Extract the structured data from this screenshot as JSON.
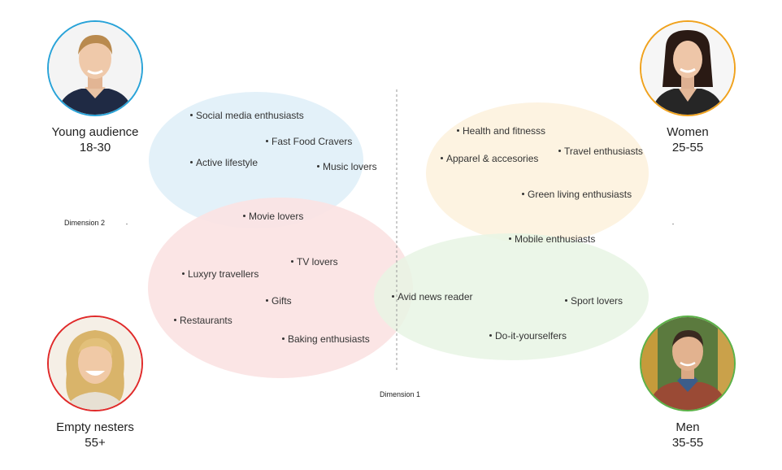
{
  "dimensions": {
    "dimension_1": "Dimension 1",
    "dimension_2": "Dimension 2"
  },
  "colors": {
    "young_cluster": "#e3f1f9",
    "women_cluster": "#fdf3e1",
    "nesters_cluster": "#fbe3e3",
    "men_cluster": "#e8f4e4",
    "young_ring": "#29a3d8",
    "women_ring": "#f0a21d",
    "nesters_ring": "#e02a2a",
    "men_ring": "#5bb247"
  },
  "personas": [
    {
      "name": "Young audience",
      "age": "18-30",
      "icon": "young-man-portrait"
    },
    {
      "name": "Women",
      "age": "25-55",
      "icon": "businesswoman-portrait"
    },
    {
      "name": "Empty nesters",
      "age": "55+",
      "icon": "smiling-woman-portrait"
    },
    {
      "name": "Men",
      "age": "35-55",
      "icon": "man-portrait"
    }
  ],
  "interests": {
    "social_media": "Social media enthusiasts",
    "fast_food": "Fast Food Cravers",
    "active_lifestyle": "Active lifestyle",
    "music": "Music lovers",
    "movie": "Movie lovers",
    "health": "Health and fitnesss",
    "apparel": "Apparel & accesories",
    "travel": "Travel enthusiasts",
    "green_living": "Green living enthusiasts",
    "mobile": "Mobile enthusiasts",
    "tv": "TV lovers",
    "luxury": "Luxyry travellers",
    "gifts": "Gifts",
    "restaurants": "Restaurants",
    "baking": "Baking enthusiasts",
    "news": "Avid news reader",
    "sport": "Sport lovers",
    "diy": "Do-it-yourselfers"
  }
}
